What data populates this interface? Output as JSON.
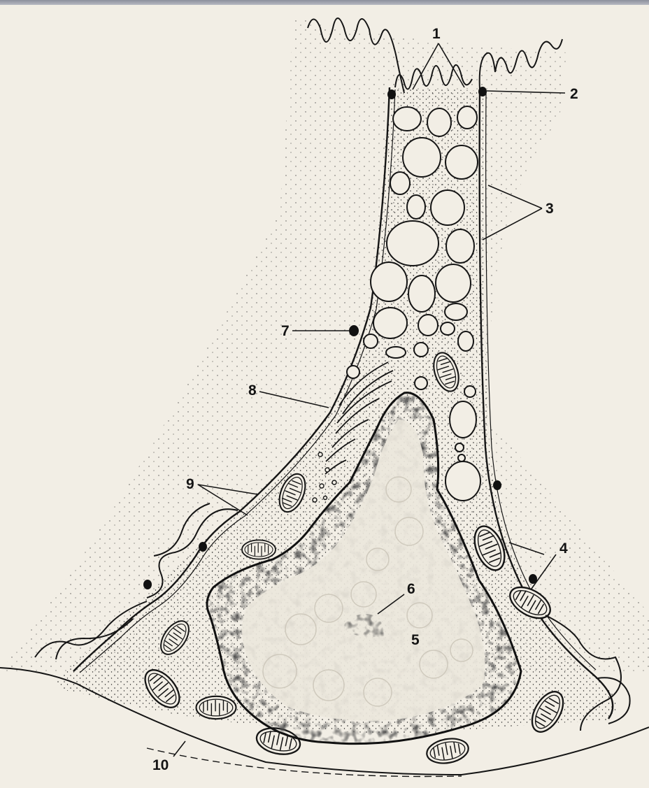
{
  "palette": {
    "paper": "#f2eee5",
    "ink": "#141414",
    "chromatin": "#111111",
    "nucleoplasm": "#ece7dc"
  },
  "labels": {
    "l1": "1",
    "l2": "2",
    "l3": "3",
    "l4": "4",
    "l5": "5",
    "l6": "6",
    "l7": "7",
    "l8": "8",
    "l9": "9",
    "l10": "10"
  }
}
